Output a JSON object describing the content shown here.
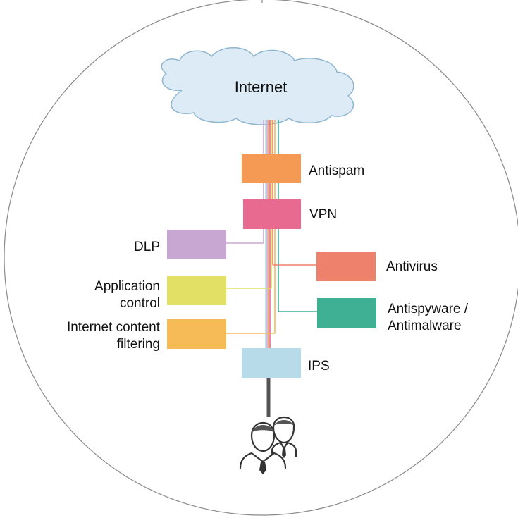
{
  "cloud": {
    "label": "Internet",
    "fill": "#dcebf5",
    "stroke": "#8fb6cf"
  },
  "boxes": {
    "antispam": {
      "label": "Antispam",
      "color": "#f49a55"
    },
    "vpn": {
      "label": "VPN",
      "color": "#e96a90"
    },
    "dlp": {
      "label": "DLP",
      "color": "#c8a8d2"
    },
    "antivirus": {
      "label": "Antivirus",
      "color": "#ee816b"
    },
    "app_control": {
      "label_line1": "Application",
      "label_line2": "control",
      "color": "#e3e066"
    },
    "antispyware": {
      "label_line1": "Antispyware /",
      "label_line2": "Antimalware",
      "color": "#3fb094"
    },
    "content_filtering": {
      "label_line1": "Internet content",
      "label_line2": "filtering",
      "color": "#f6bb56"
    },
    "ips": {
      "label": "IPS",
      "color": "#b7dbe9"
    }
  },
  "trunk_colors": [
    "#c8a8d2",
    "#f49a55",
    "#e3e066",
    "#e96a90",
    "#ee816b",
    "#f6bb56",
    "#3fb094"
  ],
  "users_icon": "users-icon"
}
